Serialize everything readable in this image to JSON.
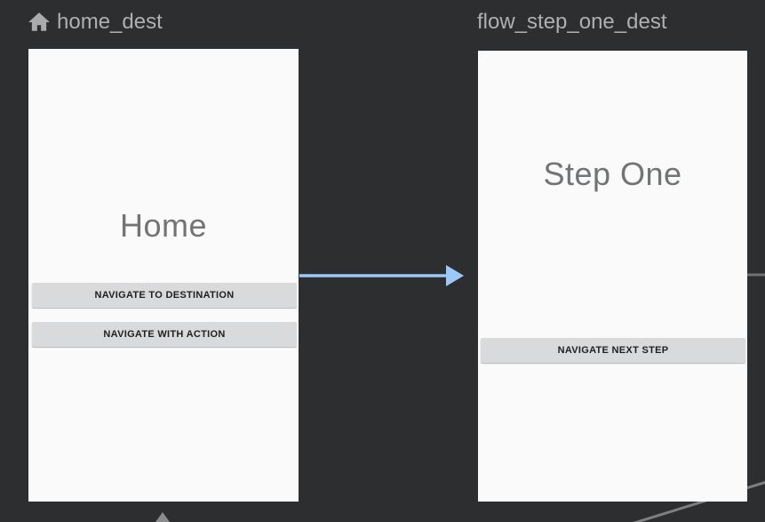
{
  "editor": {
    "background_color": "#2d2e30",
    "card_color": "#fafafa",
    "button_color": "#d9dadb",
    "action_edge_color": "#9dc9f8",
    "neutral_edge_color": "#7d7f81"
  },
  "destinations": [
    {
      "name": "home_dest",
      "start_icon": "home-icon",
      "screen": {
        "title": "Home",
        "buttons": [
          {
            "label": "NAVIGATE TO DESTINATION"
          },
          {
            "label": "NAVIGATE WITH ACTION"
          }
        ]
      }
    },
    {
      "name": "flow_step_one_dest",
      "screen": {
        "title": "Step One",
        "buttons": [
          {
            "label": "NAVIGATE NEXT STEP"
          }
        ]
      }
    }
  ],
  "edges": [
    {
      "from": "home_dest",
      "to": "flow_step_one_dest",
      "kind": "action"
    }
  ]
}
